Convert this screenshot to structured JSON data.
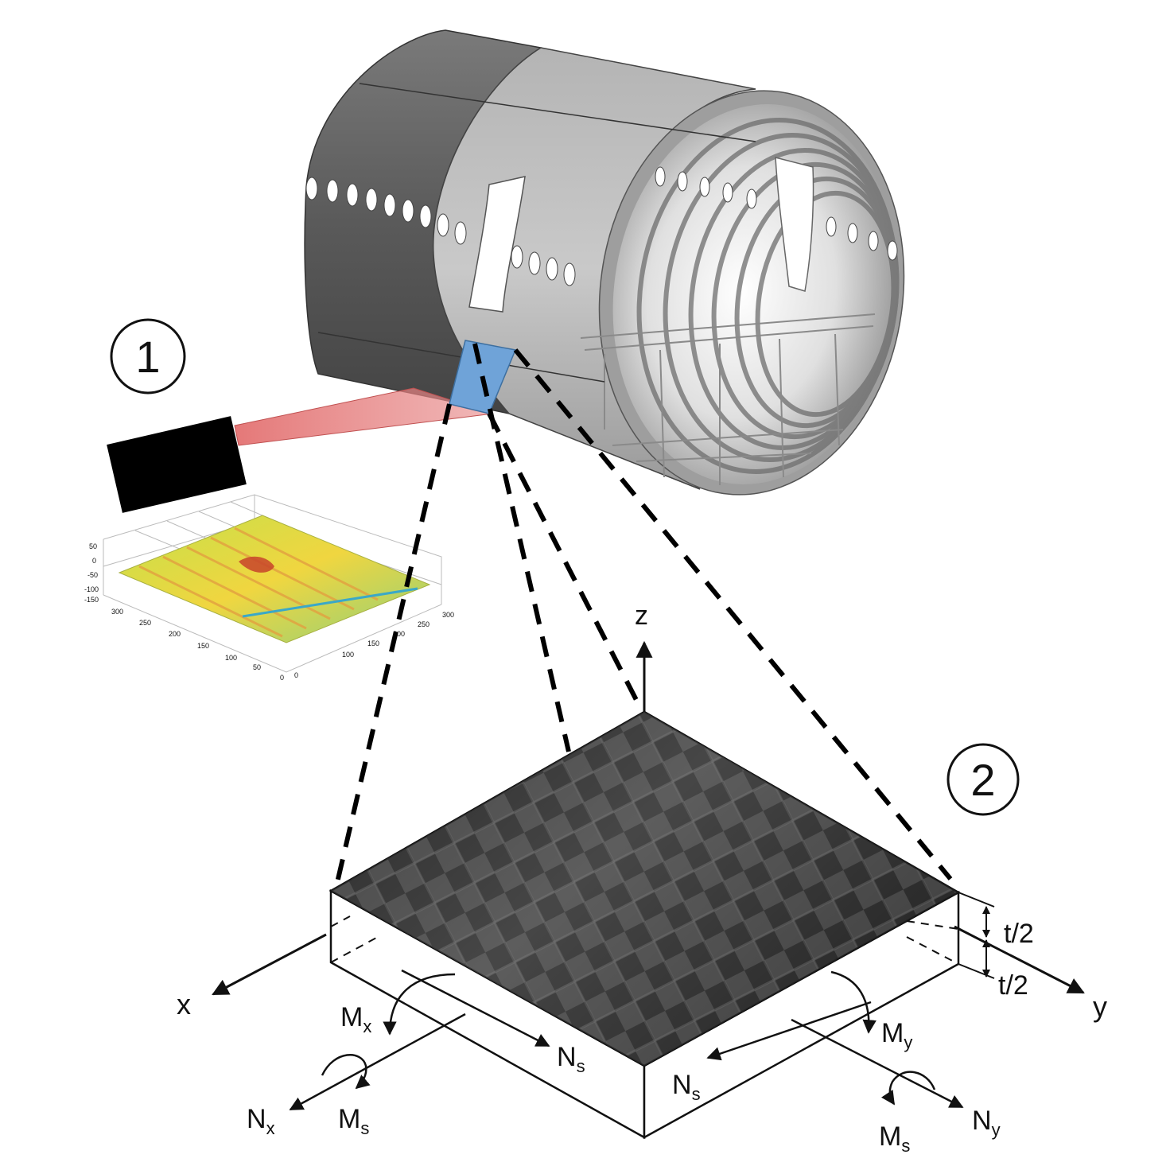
{
  "markers": {
    "step1": "1",
    "step2": "2"
  },
  "axes": {
    "x": "x",
    "y": "y",
    "z": "z"
  },
  "thickness": {
    "upper": "t/2",
    "lower": "t/2"
  },
  "resultants": {
    "Mx": {
      "base": "M",
      "sub": "x"
    },
    "My": {
      "base": "M",
      "sub": "y"
    },
    "Nx": {
      "base": "N",
      "sub": "x"
    },
    "Ny": {
      "base": "N",
      "sub": "y"
    },
    "Ns_left": {
      "base": "N",
      "sub": "s"
    },
    "Ns_right": {
      "base": "N",
      "sub": "s"
    },
    "Ms_left": {
      "base": "M",
      "sub": "s"
    },
    "Ms_right": {
      "base": "M",
      "sub": "s"
    }
  },
  "scan_plot": {
    "z_ticks": [
      "50",
      "0",
      "-50",
      "-100",
      "-150"
    ],
    "x_ticks": [
      "300",
      "250",
      "200",
      "150",
      "100",
      "50",
      "0"
    ],
    "y_ticks": [
      "0",
      "100",
      "150",
      "200",
      "250",
      "300"
    ]
  },
  "colors": {
    "fuselage_dark": "#555555",
    "fuselage_light": "#c8c8c8",
    "highlight_patch": "#6fa3d8",
    "laser_beam": "#e06060",
    "carbon_weave": "#2b2b2b",
    "scan_surface": "#d9e64a"
  }
}
